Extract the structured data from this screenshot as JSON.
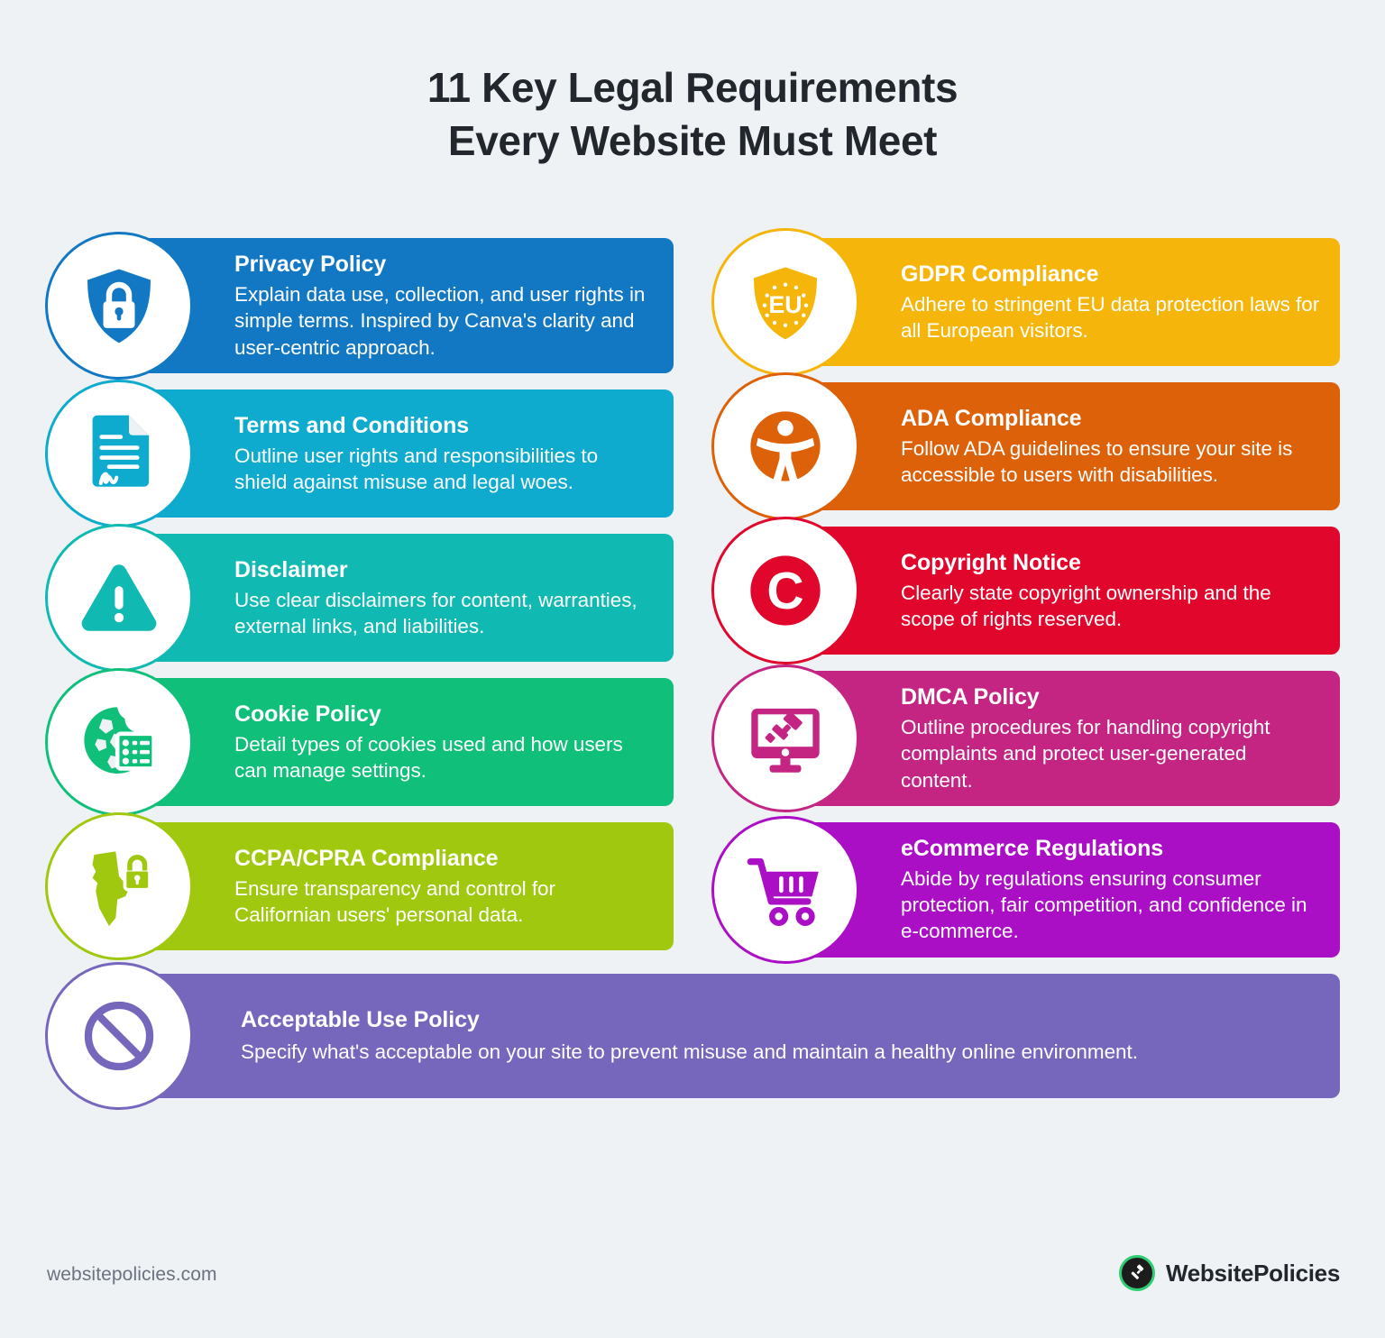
{
  "title": {
    "line1": "11 Key Legal Requirements",
    "line2": "Every Website Must Meet"
  },
  "background_color": "#eef2f5",
  "footer": {
    "url": "websitepolicies.com",
    "brand": "WebsitePolicies",
    "logo_icon": "gavel-icon",
    "logo_ring_color": "#2fcc71",
    "logo_disc_color": "#1c1c1c"
  },
  "left_column": [
    {
      "title": "Privacy Policy",
      "desc": "Explain data use, collection, and user rights in simple terms. Inspired by Canva's clarity and user-centric approach.",
      "color": "#1378c4",
      "icon": "shield-lock-icon"
    },
    {
      "title": "Terms and Conditions",
      "desc": "Outline user rights and responsibilities to shield against misuse and legal woes.",
      "color": "#0eabce",
      "icon": "signed-document-icon"
    },
    {
      "title": "Disclaimer",
      "desc": "Use clear disclaimers for content, warranties, external links, and liabilities.",
      "color": "#10b9b1",
      "icon": "warning-triangle-icon"
    },
    {
      "title": "Cookie Policy",
      "desc": "Detail types of cookies used and how users can manage settings.",
      "color": "#10bf7a",
      "icon": "cookie-settings-icon"
    },
    {
      "title": "CCPA/CPRA Compliance",
      "desc": "Ensure transparency and control for Californian users' personal data.",
      "color": "#a0c80f",
      "icon": "california-lock-icon"
    }
  ],
  "right_column": [
    {
      "title": "GDPR Compliance",
      "desc": "Adhere to stringent EU data protection laws for all European visitors.",
      "color": "#f5b50a",
      "icon": "eu-shield-icon",
      "icon_label": "EU"
    },
    {
      "title": "ADA Compliance",
      "desc": "Follow ADA guidelines to ensure your site is accessible to users with disabilities.",
      "color": "#dd6109",
      "icon": "accessibility-icon"
    },
    {
      "title": "Copyright Notice",
      "desc": "Clearly state copyright ownership and the scope of rights reserved.",
      "color": "#e0062c",
      "icon": "copyright-icon",
      "icon_label": "C"
    },
    {
      "title": "DMCA Policy",
      "desc": "Outline procedures for handling copyright complaints and protect user-generated content.",
      "color": "#c42583",
      "icon": "monitor-gavel-icon"
    },
    {
      "title": "eCommerce Regulations",
      "desc": "Abide by regulations ensuring consumer protection, fair competition, and confidence in e-commerce.",
      "color": "#ab0fc5",
      "icon": "shopping-cart-icon"
    }
  ],
  "bottom": [
    {
      "title": "Acceptable Use Policy",
      "desc": "Specify what's acceptable on your site to prevent misuse and maintain a healthy online environment.",
      "color": "#7667bd",
      "icon": "prohibited-icon"
    }
  ]
}
